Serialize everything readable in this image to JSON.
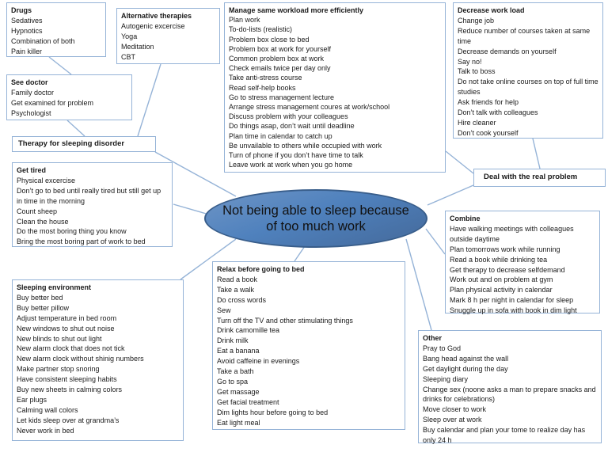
{
  "center": {
    "label": "Not being able to sleep because of too much work"
  },
  "nodes": {
    "drugs": {
      "title": "Drugs",
      "items": [
        "Sedatives",
        "Hypnotics",
        "Combination of both",
        "Pain killer"
      ]
    },
    "alternative_therapies": {
      "title": "Alternative therapies",
      "items": [
        "Autogenic excercise",
        "Yoga",
        "Meditation",
        "CBT"
      ]
    },
    "see_doctor": {
      "title": "See doctor",
      "items": [
        "Family doctor",
        "Get examined for problem",
        "Psychologist"
      ]
    },
    "therapy_label": {
      "title": "Therapy for sleeping disorder",
      "items": []
    },
    "get_tired": {
      "title": "Get tired",
      "items": [
        "Physical excercise",
        "Don’t go to bed until really tired but still get up in time in the morning",
        "Count sheep",
        "Clean the house",
        "Do the most boring thing you know",
        "Bring the most boring part of work to bed"
      ]
    },
    "sleeping_environment": {
      "title": "Sleeping environment",
      "items": [
        "Buy better bed",
        "Buy better pillow",
        "Adjust temperature in bed room",
        "New windows to shut out noise",
        "New blinds to shut out light",
        "New alarm clock that does not tick",
        "New alarm clock without shinig numbers",
        "Make partner stop snoring",
        "Have consistent sleeping habits",
        "Buy new sheets in calming colors",
        "Ear plugs",
        "Calming wall colors",
        "Let kids sleep over at grandma’s",
        "Never work in bed"
      ]
    },
    "manage_workload": {
      "title": "Manage same workload more efficiently",
      "items": [
        "Plan work",
        "To-do-lists (realistic)",
        "Problem box close to bed",
        "Problem box at work for yourself",
        "Common problem box at work",
        "Check emails twice per day only",
        "Take anti-stress course",
        "Read self-help books",
        "Go to stress management lecture",
        "Arrange stress management coures at work/school",
        "Discuss problem with your colleagues",
        "Do things asap, don’t wait until deadline",
        "Plan time in calendar to catch up",
        "Be unvailable to others while occupied with work",
        "Turn of phone if you don’t have time to talk",
        "Leave work at work when you go home"
      ]
    },
    "decrease_workload": {
      "title": "Decrease work load",
      "items": [
        "Change job",
        "Reduce number of courses taken at same time",
        "Decrease demands on yourself",
        "Say no!",
        "Talk to boss",
        "Do not take online courses on top of full time studies",
        "Ask friends for help",
        "Don’t talk with colleagues",
        "Hire cleaner",
        "Don’t cook yourself"
      ]
    },
    "deal_label": {
      "title": "Deal with the real problem",
      "items": []
    },
    "combine": {
      "title": "Combine",
      "items": [
        "Have walking meetings with colleagues outside daytime",
        "Plan tomorrows work while running",
        "Read a book while drinking tea",
        "Get therapy to decrease selfdemand",
        "Work out and on problem at gym",
        "Plan physical activity in calendar",
        "Mark 8 h per night in calendar for sleep",
        "Snuggle up in sofa with book in dim light"
      ]
    },
    "relax": {
      "title": "Relax before going to bed",
      "items": [
        "Read a book",
        "Take a walk",
        "Do cross words",
        "Sew",
        "Turn off the TV and other stimulating things",
        "Drink camomille tea",
        "Drink milk",
        "Eat a banana",
        "Avoid caffeine in evenings",
        "Take a bath",
        "Go to spa",
        "Get massage",
        "Get facial treatment",
        "Dim lights hour before going to bed",
        "Eat light meal"
      ]
    },
    "other": {
      "title": "Other",
      "items": [
        "Pray to God",
        "Bang head against the wall",
        "Get daylight during the day",
        "Sleeping diary",
        "Change sex (noone asks a man to prepare snacks and drinks for celebrations)",
        "Move closer to work",
        "Sleep over at work",
        "Buy calendar and plan your tome to realize day has only 24 h"
      ]
    }
  },
  "edges": [
    {
      "from": "drugs",
      "to": "see_doctor"
    },
    {
      "from": "alternative_therapies",
      "to": "therapy_label"
    },
    {
      "from": "see_doctor",
      "to": "therapy_label"
    },
    {
      "from": "therapy_label",
      "to": "center"
    },
    {
      "from": "get_tired",
      "to": "center"
    },
    {
      "from": "sleeping_environment",
      "to": "center"
    },
    {
      "from": "relax",
      "to": "center"
    },
    {
      "from": "center",
      "to": "deal_label"
    },
    {
      "from": "manage_workload",
      "to": "deal_label"
    },
    {
      "from": "decrease_workload",
      "to": "deal_label"
    },
    {
      "from": "center",
      "to": "combine"
    },
    {
      "from": "center",
      "to": "other"
    }
  ],
  "colors": {
    "box_border": "#95B3D7",
    "connector": "#95B3D7",
    "ellipse_fill": "#4F81BD",
    "ellipse_border": "#385D8A",
    "background": "#FFFFFF",
    "text": "#1A1A1A"
  }
}
